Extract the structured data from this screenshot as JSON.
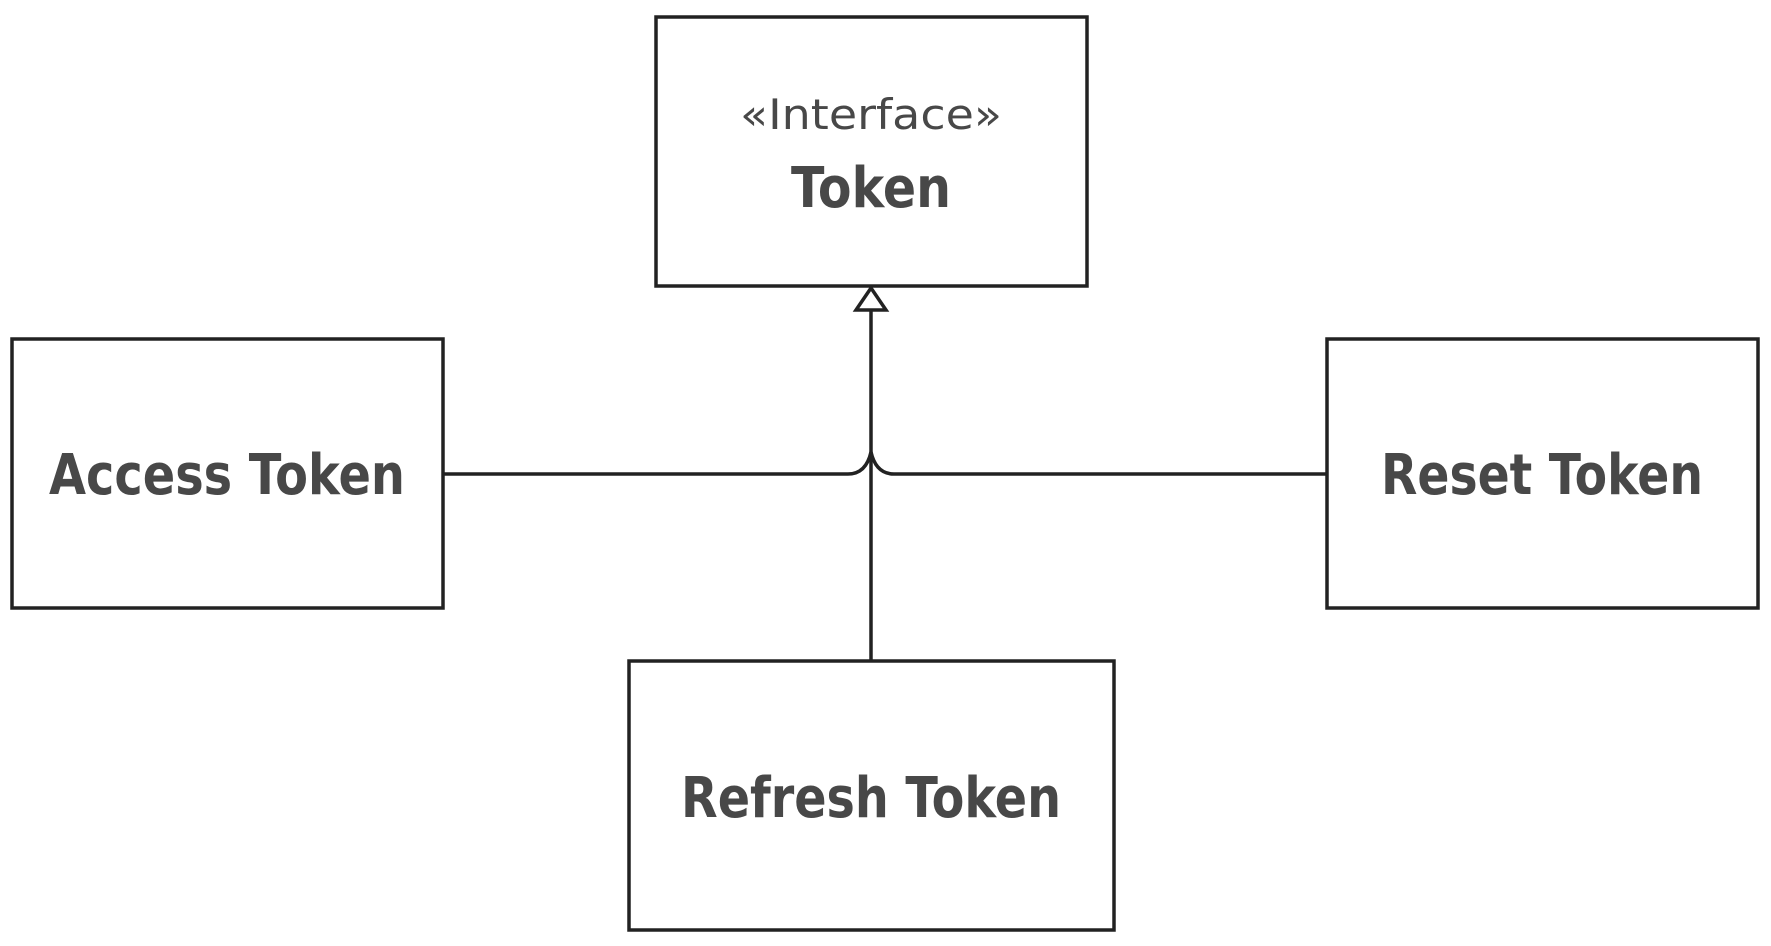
{
  "diagram": {
    "interface": {
      "stereotype": "«Interface»",
      "name": "Token"
    },
    "classes": [
      {
        "name": "Access Token"
      },
      {
        "name": "Reset Token"
      },
      {
        "name": "Refresh Token"
      }
    ],
    "relationship": "realization",
    "colors": {
      "stroke": "#222222",
      "text": "#484848",
      "background": "#ffffff"
    }
  }
}
